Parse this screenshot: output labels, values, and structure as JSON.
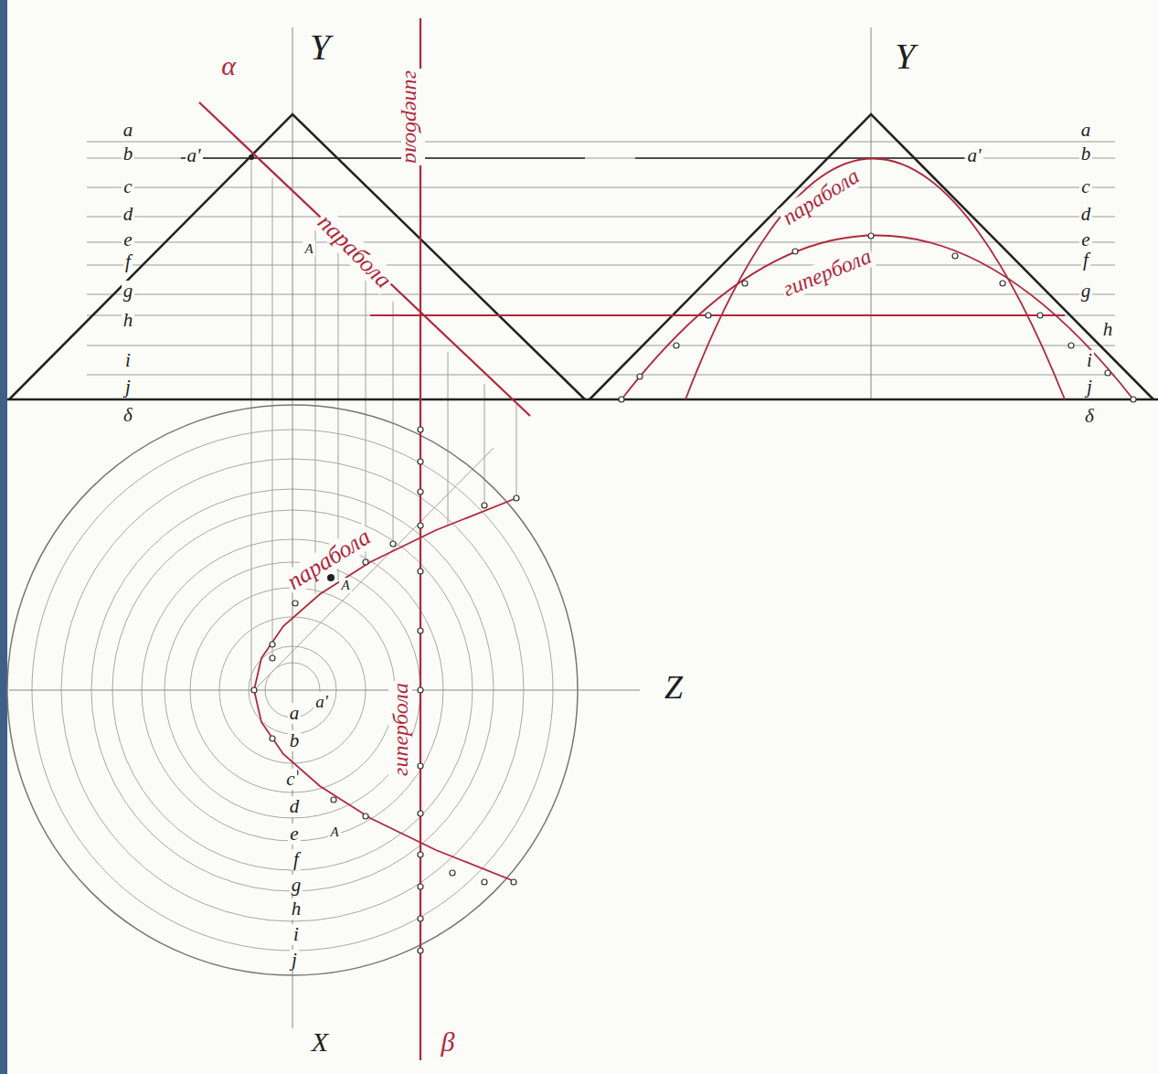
{
  "diagram": {
    "labels": [
      "Y",
      "α",
      "гипербола",
      "a",
      "b",
      "a'",
      "c",
      "d",
      "e",
      "f",
      "g",
      "h",
      "i",
      "j",
      "δ",
      "парабола",
      "A",
      "Y",
      "a",
      "b",
      "a'",
      "c",
      "d",
      "e",
      "f",
      "g",
      "h",
      "i",
      "j",
      "δ",
      "парабола",
      "гипербола",
      "парабола",
      "A",
      "a",
      "a'",
      "b",
      "c",
      "d",
      "e",
      "A",
      "f",
      "g",
      "h",
      "i",
      "j",
      "гипербола",
      "Z",
      "X",
      "β"
    ]
  }
}
